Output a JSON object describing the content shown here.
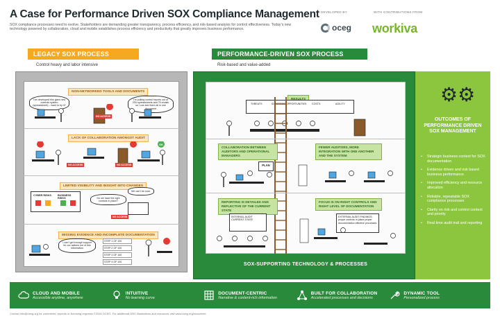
{
  "header": {
    "title": "A Case for Performance Driven SOX Compliance Management",
    "subtitle": "SOX compliance processes need to evolve. Stakeholders are demanding greater transparency, process efficiency, and risk-based analysis for control effectiveness. Today’s new technology powered by collaboration, cloud and mobile establishes process efficiency and productivity that greatly improves business performance.",
    "developed_by_label": "DEVELOPED BY",
    "developed_by": "oceg",
    "contrib_label": "WITH CONTRIBUTIONS FROM",
    "contributor": "workiva"
  },
  "legacy": {
    "heading": "LEGACY SOX PROCESS",
    "subheading": "Control heavy and labor intensive",
    "labels": [
      "NON-NETWORKED TOOLS AND DOCUMENTS",
      "LACK OF COLLABORATION AMONGST AUDIT",
      "LIMITED VISIBILITY AND INSIGHT INTO CHANGES",
      "MISSING EVIDENCE AND INCOMPLETE DOCUMENTATION"
    ],
    "bubbles": [
      "I’ve developed this giant new controls system (spreadsheet) – want to try it?",
      "I’m pulling control reports out of 200 spreadsheets and 75 emails so I can see them all in one document",
      "Do we have the right controls in place?",
      "We can’t be sure.",
      "I can’t get enough support for our actions out of this information"
    ],
    "tags": [
      "NO ACCESS",
      "NO ACCESS",
      "NO ACCESS",
      "NO ACCESS"
    ],
    "board_labels": [
      "CYBER RISKS",
      "BUSINESS RISKS"
    ],
    "steps": [
      "STEP 1 OF 100",
      "STEP 2 OF 100",
      "STEP 3 OF 100",
      "STEP 4 OF 100"
    ],
    "ok": "OK"
  },
  "performance": {
    "heading": "PERFORMANCE-DRIVEN SOX PROCESS",
    "subheading": "Risk-based and value-added",
    "results": {
      "label": "RESULTS",
      "items": [
        "THREATS",
        "IDENTIFIED OPPORTUNITIES",
        "COSTS",
        "AGILITY"
      ]
    },
    "labels": [
      "COLLABORATION BETWEEN AUDITORS AND OPERATIONAL MANAGERS",
      "FEWER AUDITORS, MORE INTEGRATION WITH ONE ANOTHER AND THE SYSTEM",
      "REPORTING IS DETAILED AND REFLECTIVE OF THE CURRENT STATE",
      "FOCUS IS ON RIGHT CONTROLS AND RIGHT LEVEL OF DOCUMENTATION"
    ],
    "plan": "PLAN",
    "board1": "INTERNAL AUDIT CURRENT STATE",
    "board2": "EXTERNAL AUDIT FINDINGS: proper controls in place proper documentation effective processes",
    "foundation": "SOX-SUPPORTING TECHNOLOGY & PROCESSES"
  },
  "outcomes": {
    "title": "OUTCOMES OF PERFORMANCE DRIVEN SOX MANAGEMENT",
    "items": [
      "Strategic business context for SOX documentation",
      "Evidence driven and risk based business performance",
      "Improved efficiency and resource allocation",
      "Reliable, repeatable SOX compliance processes",
      "Clarity on risk and control context and priority",
      "Real time audit trail and reporting"
    ]
  },
  "features": [
    {
      "title": "CLOUD AND MOBILE",
      "sub": "Accessible anytime, anywhere",
      "icon": "cloud-icon"
    },
    {
      "title": "INTUITIVE",
      "sub": "No learning curve",
      "icon": "lightbulb-icon"
    },
    {
      "title": "DOCUMENT-CENTRIC",
      "sub": "Narrative & content-rich information",
      "icon": "document-icon"
    },
    {
      "title": "BUILT FOR COLLABORATION",
      "sub": "Accelerated processes and decisions",
      "icon": "network-icon"
    },
    {
      "title": "DYNAMIC TOOL",
      "sub": "Personalized process",
      "icon": "wrench-icon"
    }
  ],
  "footer": "Contact info@oceg.org for comments, reprints or licensing requests ©2016 OCEG. For additional GRC illustrations and resources visit www.oceg.org/resources",
  "colors": {
    "orange": "#f6a821",
    "green": "#2a8a3c",
    "lime": "#8cc63e",
    "red": "#e53935"
  }
}
